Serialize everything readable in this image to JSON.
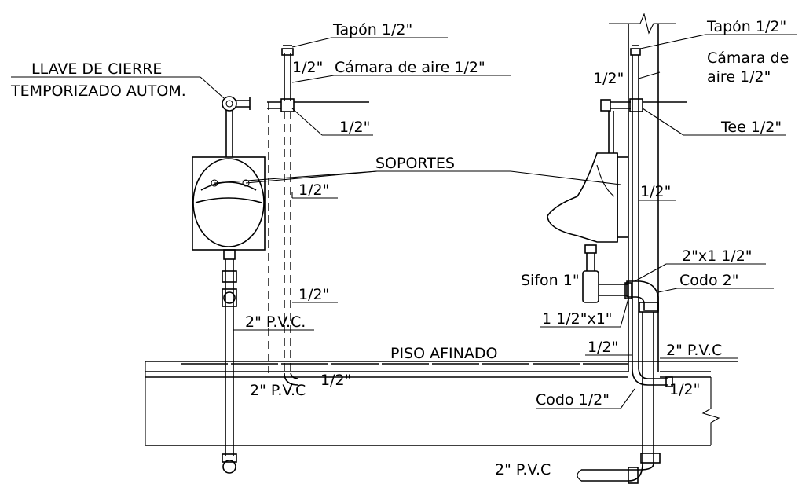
{
  "labels": {
    "llave_line1": "LLAVE DE CIERRE",
    "llave_line2": "TEMPORIZADO AUTOM.",
    "tapon_left": "Tapón 1/2\"",
    "camara_left_size": "1/2\"",
    "camara_left": "Cámara de aire 1/2\"",
    "tee_left": "1/2\"",
    "soportes": "SOPORTES",
    "pipe_mid_1": "1/2\"",
    "pipe_mid_2": "1/2\"",
    "pvc_left": "2\" P.V.C.",
    "piso": "PISO AFINADO",
    "pvc_bottom_left": "2\" P.V.C",
    "half_bottom_left": "1/2\"",
    "tapon_right": "Tapón 1/2\"",
    "camara_right_size": "1/2\"",
    "camara_right_1": "Cámara de",
    "camara_right_2": "aire 1/2\"",
    "tee_right": "Tee 1/2\"",
    "pipe_right": "1/2\"",
    "sifon": "Sifon 1\"",
    "reducer_1": "2\"x1 1/2\"",
    "codo_2": "Codo 2\"",
    "reducer_2": "1 1/2\"x1\"",
    "half_floor_right": "1/2\"",
    "pvc_right": "2\" P.V.C",
    "codo_half": "Codo 1/2\"",
    "half_right_bottom": "1/2\"",
    "pvc_bottom": "2\" P.V.C"
  }
}
